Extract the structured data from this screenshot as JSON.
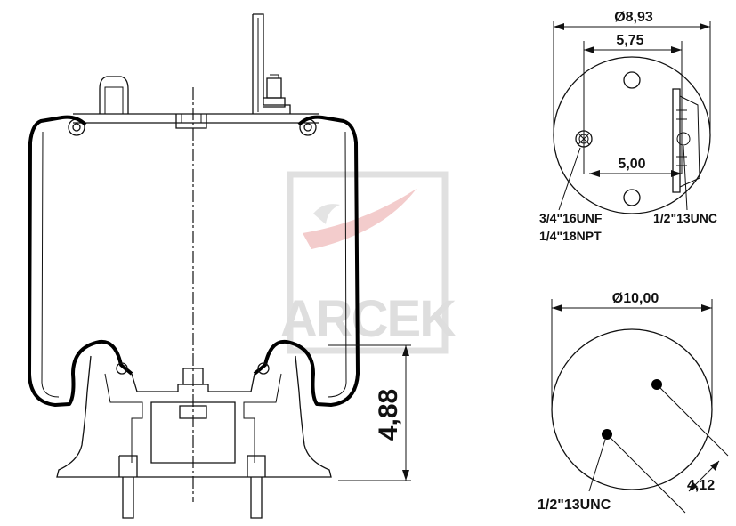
{
  "side_view": {
    "height_dim": "4,88"
  },
  "top_plate": {
    "diameter_dim": "Ø8,93",
    "hole_spacing_dim": "5,75",
    "stud_spacing_dim": "5,00",
    "air_fitting_label_1": "3/4\"16UNF",
    "air_fitting_label_2": "1/4\"18NPT",
    "stud_label": "1/2\"13UNC"
  },
  "bottom_plate": {
    "diameter_dim": "Ø10,00",
    "hole_spacing_dim": "4,12",
    "stud_label": "1/2\"13UNC"
  },
  "watermark": {
    "text": "ARCEK",
    "color": "#b5b5b5",
    "accent_color": "#d84a4a"
  }
}
